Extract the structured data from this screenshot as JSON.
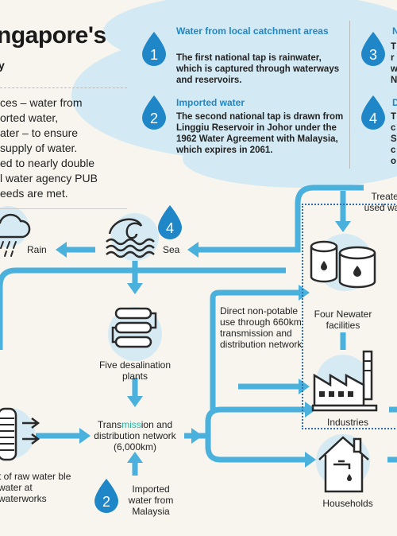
{
  "header": {
    "title": "ngapore's",
    "subtitle": "y"
  },
  "intro": {
    "lines": [
      "ces – water from",
      "orted water,",
      "ater – to ensure",
      "supply of water.",
      "ed to nearly double",
      "l water agency PUB",
      "eeds are met."
    ]
  },
  "taps": [
    {
      "number": "1",
      "title": "Water from local catchment areas",
      "body": "The first national tap is rainwater, which is captured through waterways and reservoirs."
    },
    {
      "number": "2",
      "title": "Imported water",
      "body": "The second national tap is drawn from Linggiu Reservoir in Johor under the 1962 Water Agreement with Malaysia, which expires in 2061."
    },
    {
      "number": "3",
      "title": "N",
      "body_lines": [
        "T",
        "r",
        "w",
        "N"
      ]
    },
    {
      "number": "4",
      "title": "D",
      "body_lines": [
        "T",
        "c",
        "S",
        "c",
        "o"
      ]
    }
  ],
  "nodes": {
    "rain": "Rain",
    "sea": "Sea",
    "sea_tap": "4",
    "desal": "Five desalination plants",
    "transmission_pre": "Trans",
    "transmission_mid": "miss",
    "transmission_post": "ion and",
    "transmission_line2": "distribution network",
    "transmission_line3": "(6,000km)",
    "imported_tap": "2",
    "imported": "Imported water from Malaysia",
    "raw_water": "t of raw water ble water at waterworks",
    "direct": "Direct non-potable use through 660km transmission and distribution network",
    "newater": "Four Newater facilities",
    "industries": "Industries",
    "households": "Households",
    "treated": "Treated used water"
  },
  "colors": {
    "accent": "#4aa6d6",
    "tap": "#1f87c8",
    "arrow": "#4ab0dc"
  }
}
